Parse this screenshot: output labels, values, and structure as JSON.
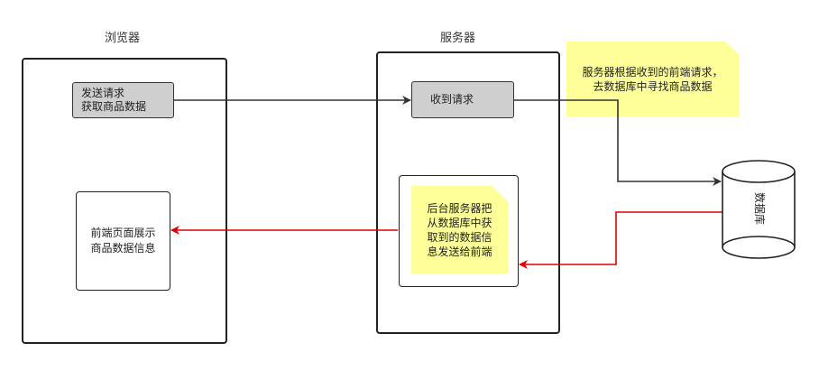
{
  "browser": {
    "title": "浏览器",
    "request_box": "发送请求\n获取商品数据",
    "display_box": "前端页面展示\n商品数据信息"
  },
  "server": {
    "title": "服务器",
    "receive_box": "收到请求",
    "send_note": "后台服务器把\n从数据库中获\n取到的数据信\n息发送给前端"
  },
  "note_top": "服务器根据收到的前端请求，\n去数据库中寻找商品数据",
  "database": {
    "label": "数据库"
  },
  "colors": {
    "arrow_dark": "#333333",
    "arrow_red": "#e00000",
    "note": "#ffff99",
    "process_box": "#cfcfcf"
  }
}
